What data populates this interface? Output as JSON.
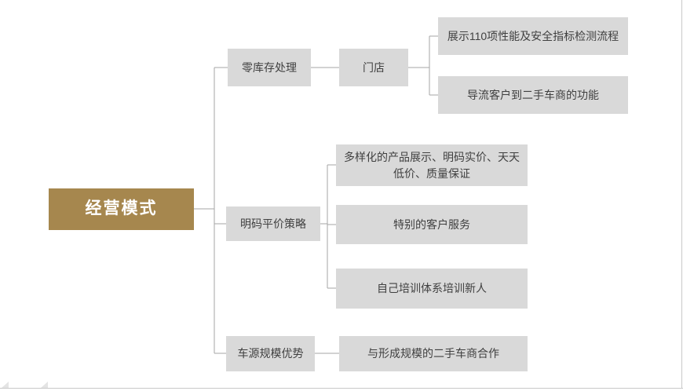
{
  "diagram": {
    "root": {
      "label": "经营模式"
    },
    "branches": [
      {
        "label": "零库存处理",
        "children": [
          {
            "label": "门店",
            "children": [
              {
                "label": "展示110项性能及安全指标检测流程"
              },
              {
                "label": "导流客户到二手车商的功能"
              }
            ]
          }
        ]
      },
      {
        "label": "明码平价策略",
        "children": [
          {
            "label": "多样化的产品展示、明码实价、天天低价、质量保证"
          },
          {
            "label": "特别的客户服务"
          },
          {
            "label": "自己培训体系培训新人"
          }
        ]
      },
      {
        "label": "车源规模优势",
        "children": [
          {
            "label": "与形成规模的二手车商合作"
          }
        ]
      }
    ]
  },
  "colors": {
    "root_fill": "#A6874E",
    "root_text": "#FFFFFF",
    "node_fill": "#D9D9D9",
    "node_text": "#404040",
    "connector_line": "#A6A6A6",
    "slide_border": "#C9C9C9"
  }
}
